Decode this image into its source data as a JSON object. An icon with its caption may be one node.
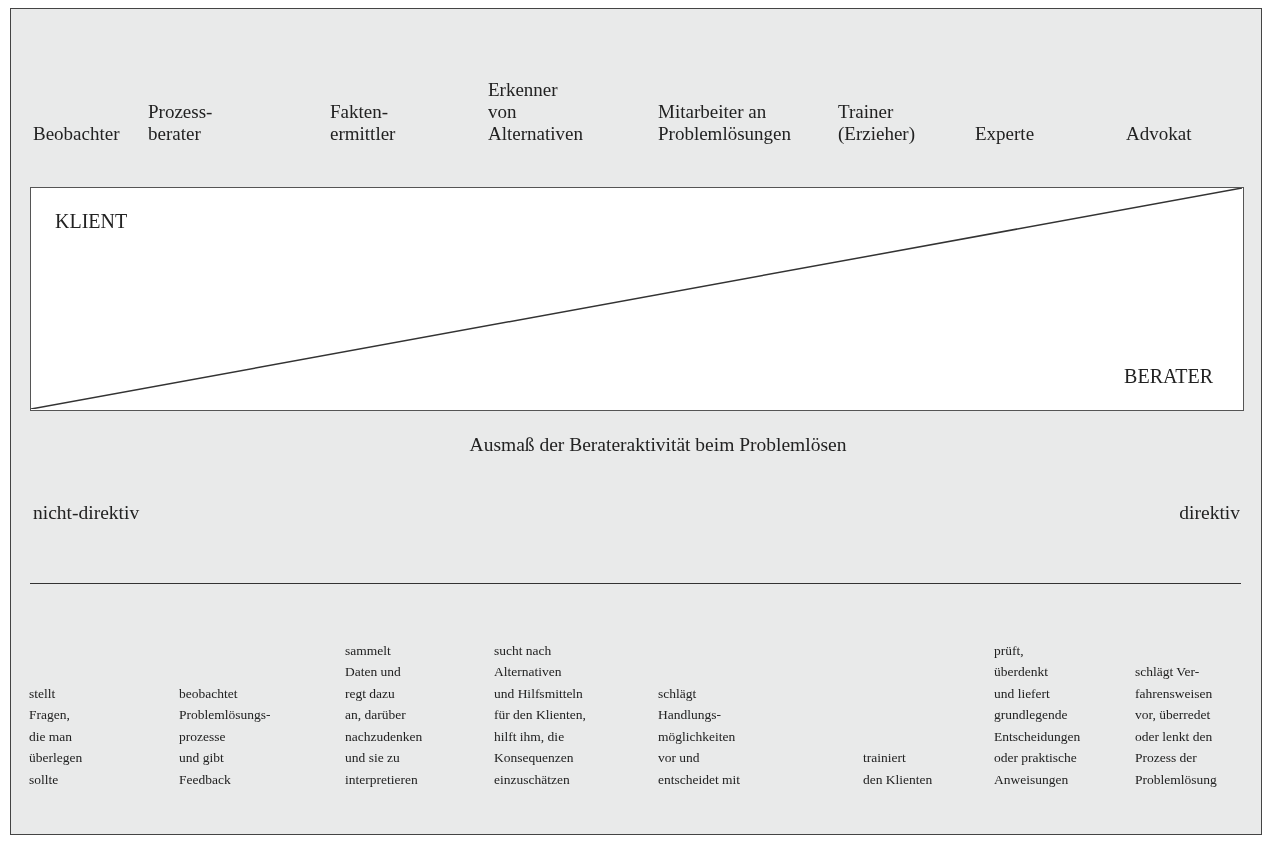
{
  "diagram": {
    "nodes": [
      {
        "text": [
          "KLIENT",
          "BERATER"
        ]
      }
    ],
    "edges": [],
    "labels": [
      "Beobachter",
      "Prozess- berater",
      "Fakten- ermittler",
      "Erkenner von Alternativen",
      "Mitarbeiter an Problemlösungen",
      "Trainer (Erzieher)",
      "Experte",
      "Advokat",
      "Ausmaß der Berateraktivität beim Problemlösen",
      "nicht-direktiv",
      "direktiv",
      "stellt Fragen, die man überlegen sollte",
      "beobachtet Problemlösungs- prozesse und gibt Feedback",
      "sammelt Daten und regt dazu an, darüber nachzudenken und sie zu interpretieren",
      "sucht nach Alternativen und Hilfsmitteln für den Klienten, hilft ihm, die Konsequenzen einzuschätzen",
      "schlägt Handlungs- möglichkeiten vor und entscheidet mit",
      "trainiert den Klienten",
      "prüft, überdenkt und liefert grundlegende Entscheidungen oder praktische Anweisungen",
      "schlägt Ver- fahrensweisen vor, überredet oder lenkt den Prozess der Problemlösung"
    ]
  }
}
